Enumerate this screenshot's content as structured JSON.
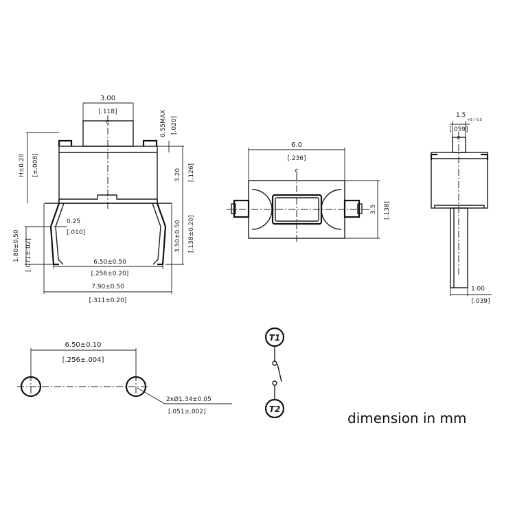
{
  "front_view": {
    "top_width": "3.00",
    "top_width_in": "[.118]",
    "c_mark": "¢",
    "stem_height": "0.55MAX",
    "stem_height_in": "[.020]",
    "body_height": "3.20",
    "body_height_in": "[.126]",
    "overall_height": "H±0.20",
    "overall_height_in": "[±.008]",
    "lead_thickness": "0.25",
    "lead_thickness_in": "[.010]",
    "lead_height": "3.50±0.50",
    "lead_height_in": "[.138±0.20]",
    "foot_height": "1.80±0.50",
    "foot_height_in": "[.071±.02]",
    "lead_pitch": "6.50±0.50",
    "lead_pitch_in": "[.256±0.20]",
    "lead_span": "7.90±0.50",
    "lead_span_in": "[.311±0.20]"
  },
  "top_view": {
    "width": "6.0",
    "width_in": "[.236]",
    "c_mark": "¢",
    "height": "3.5",
    "height_in": "[.138]"
  },
  "side_view": {
    "stem": "1.5",
    "stem_tol": "+0 / -0.5",
    "stem_in": "[.059]",
    "c_mark": "¢",
    "lead": "1.00",
    "lead_in": "[.039]"
  },
  "pcb_layout": {
    "pitch": "6.50±0.10",
    "pitch_in": "[.256±.004]",
    "hole": "2xØ1.34±0.05",
    "hole_in": "[.051±.002]"
  },
  "schematic": {
    "terminal_1": "T1",
    "terminal_2": "T2"
  },
  "note": "dimension in mm"
}
